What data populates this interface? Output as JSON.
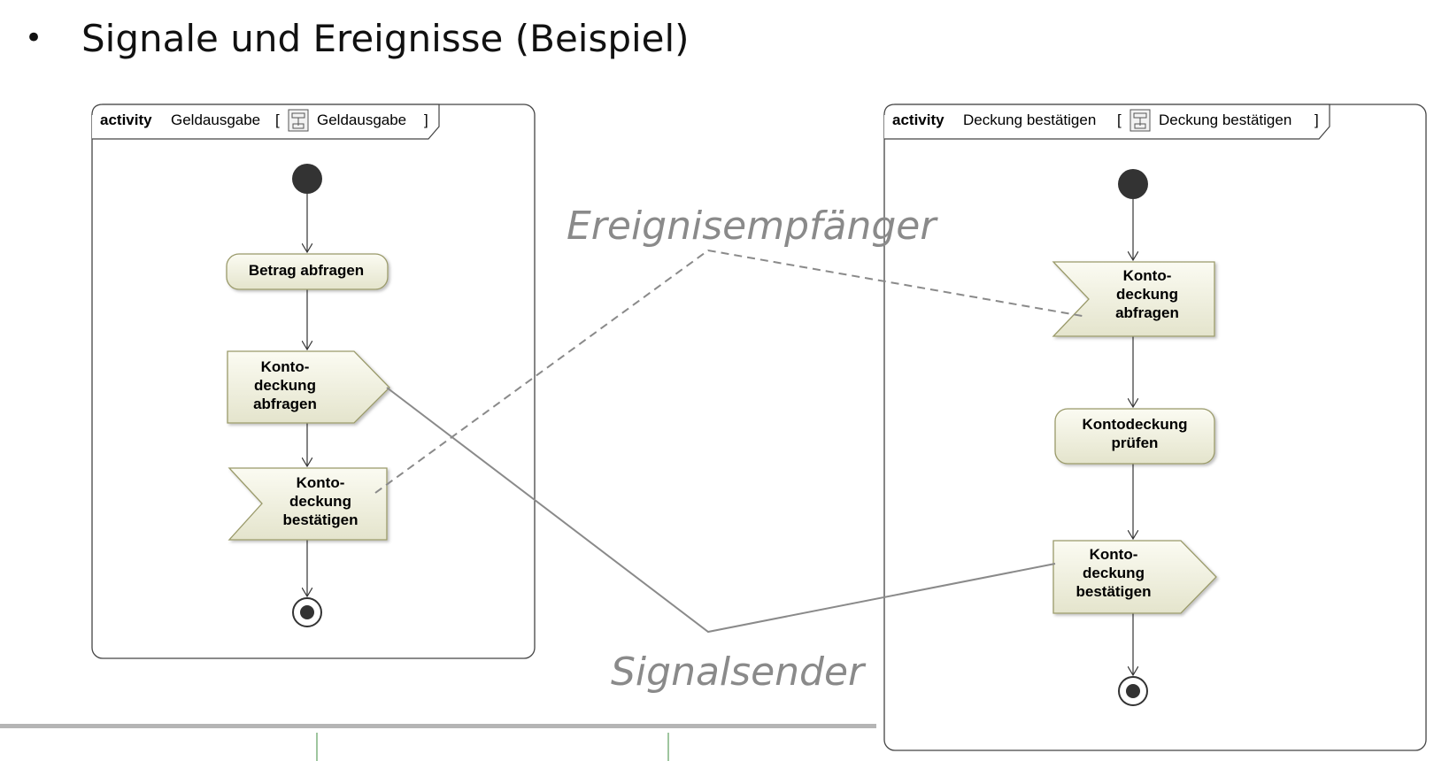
{
  "slide": {
    "title": "Signale und Ereignisse (Beispiel)",
    "bullet": "•"
  },
  "left_activity": {
    "keyword": "activity",
    "name": "Geldausgabe",
    "bracket_open": "[",
    "bracket_name": "Geldausgabe",
    "bracket_close": "]",
    "action": "Betrag abfragen",
    "send_signal": [
      "Konto-",
      "deckung",
      "abfragen"
    ],
    "accept_event": [
      "Konto-",
      "deckung",
      "bestätigen"
    ]
  },
  "right_activity": {
    "keyword": "activity",
    "name": "Deckung bestätigen",
    "bracket_open": "[",
    "bracket_name": "Deckung bestätigen",
    "bracket_close": "]",
    "accept_event": [
      "Konto-",
      "deckung",
      "abfragen"
    ],
    "action": [
      "Kontodeckung",
      "prüfen"
    ],
    "send_signal": [
      "Konto-",
      "deckung",
      "bestätigen"
    ]
  },
  "annotations": {
    "receiver": "Ereignisempfänger",
    "sender": "Signalsender"
  },
  "colors": {
    "node_fill": "#eeeedd",
    "node_stroke": "#9a9a6a",
    "annotation_gray": "#8a8a8a",
    "footer_green": "#7fb27f"
  }
}
